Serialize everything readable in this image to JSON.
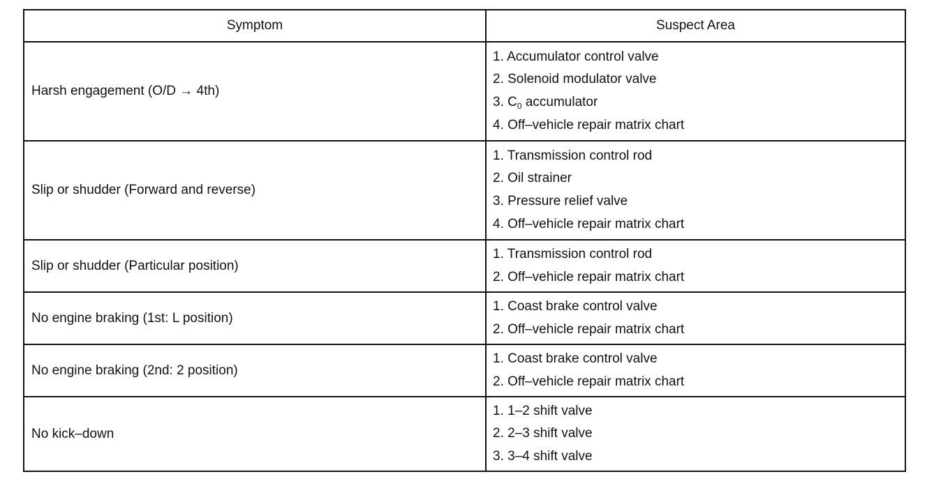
{
  "table": {
    "headers": {
      "symptom": "Symptom",
      "suspect_area": "Suspect Area"
    },
    "rows": [
      {
        "symptom": "Harsh engagement (O/D → 4th)",
        "suspects": [
          "1. Accumulator control valve",
          "2. Solenoid modulator valve",
          "3. C",
          "4. Off–vehicle repair matrix chart"
        ],
        "suspect_3_subscript": "0",
        "suspect_3_suffix": " accumulator"
      },
      {
        "symptom": "Slip or shudder (Forward and reverse)",
        "suspects": [
          "1. Transmission control rod",
          "2. Oil strainer",
          "3. Pressure relief valve",
          "4. Off–vehicle repair matrix chart"
        ]
      },
      {
        "symptom": "Slip or shudder (Particular position)",
        "suspects": [
          "1. Transmission control rod",
          "2. Off–vehicle repair matrix chart"
        ]
      },
      {
        "symptom": "No engine braking (1st: L position)",
        "suspects": [
          "1. Coast brake control valve",
          "2. Off–vehicle repair matrix chart"
        ]
      },
      {
        "symptom": "No engine braking (2nd: 2 position)",
        "suspects": [
          "1. Coast brake control valve",
          "2. Off–vehicle repair matrix chart"
        ]
      },
      {
        "symptom": "No kick–down",
        "suspects": [
          "1. 1–2 shift valve",
          "2. 2–3 shift valve",
          "3. 3–4 shift valve"
        ]
      }
    ]
  }
}
